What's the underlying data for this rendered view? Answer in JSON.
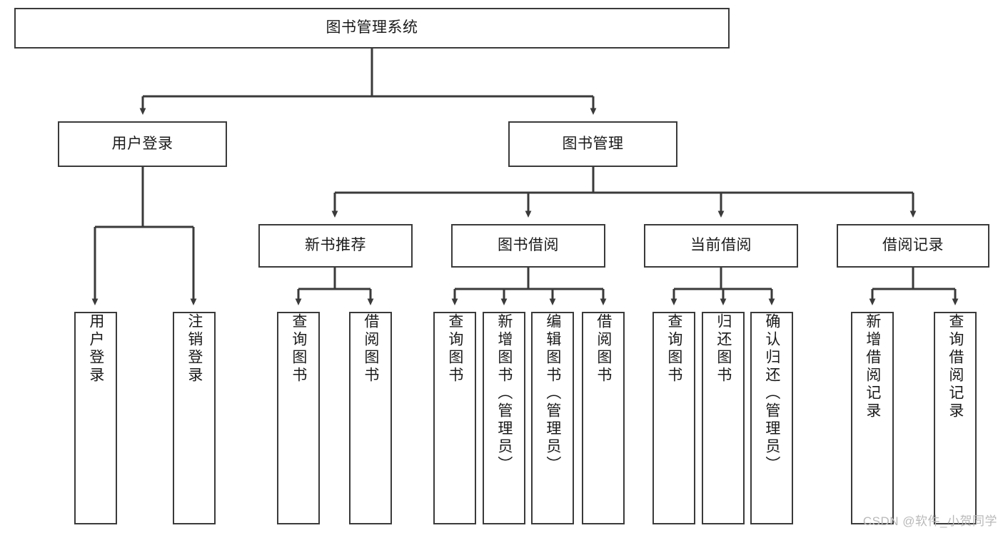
{
  "diagram": {
    "title": "图书管理系统",
    "watermark": "CSDN @软件_小贺同学",
    "colors": {
      "stroke": "#3a3a3a",
      "fill": "#ffffff",
      "text": "#1a1a1a",
      "watermark": "#b9b9b9"
    },
    "root": {
      "label": "图书管理系统"
    },
    "level1": [
      {
        "label": "用户登录"
      },
      {
        "label": "图书管理"
      }
    ],
    "level2": [
      {
        "label": "新书推荐"
      },
      {
        "label": "图书借阅"
      },
      {
        "label": "当前借阅"
      },
      {
        "label": "借阅记录"
      }
    ],
    "leaves": {
      "user_login": [
        {
          "label": "用户登录"
        },
        {
          "label": "注销登录"
        }
      ],
      "new_book": [
        {
          "label": "查询图书"
        },
        {
          "label": "借阅图书"
        }
      ],
      "book_borrow": [
        {
          "label": "查询图书"
        },
        {
          "label": "新增图书（管理员）"
        },
        {
          "label": "编辑图书（管理员）"
        },
        {
          "label": "借阅图书"
        }
      ],
      "current_borrow": [
        {
          "label": "查询图书"
        },
        {
          "label": "归还图书"
        },
        {
          "label": "确认归还（管理员）"
        }
      ],
      "borrow_record": [
        {
          "label": "新增借阅记录"
        },
        {
          "label": "查询借阅记录"
        }
      ]
    }
  }
}
